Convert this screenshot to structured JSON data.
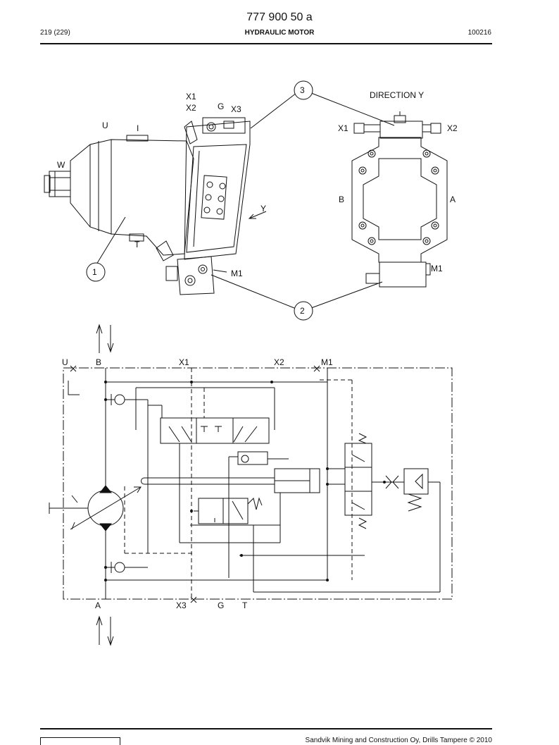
{
  "header": {
    "doc_number": "777 900 50 a",
    "page": "219 (229)",
    "title": "HYDRAULIC MOTOR",
    "code": "100216"
  },
  "drawing": {
    "labels": {
      "x1": "X1",
      "x2": "X2",
      "g": "G",
      "x3": "X3",
      "u": "U",
      "i": "I",
      "w": "W",
      "t": "T",
      "y": "Y",
      "m1": "M1",
      "direction": "DIRECTION Y",
      "b": "B",
      "a": "A",
      "callout_1": "1",
      "callout_2": "2",
      "callout_3": "3"
    }
  },
  "schematic": {
    "labels": {
      "u": "U",
      "b": "B",
      "x1": "X1",
      "x2": "X2",
      "m1": "M1",
      "a": "A",
      "x3": "X3",
      "g": "G",
      "t": "T"
    }
  },
  "footer": {
    "text": "Sandvik Mining and Construction Oy, Drills Tampere © 2010"
  }
}
